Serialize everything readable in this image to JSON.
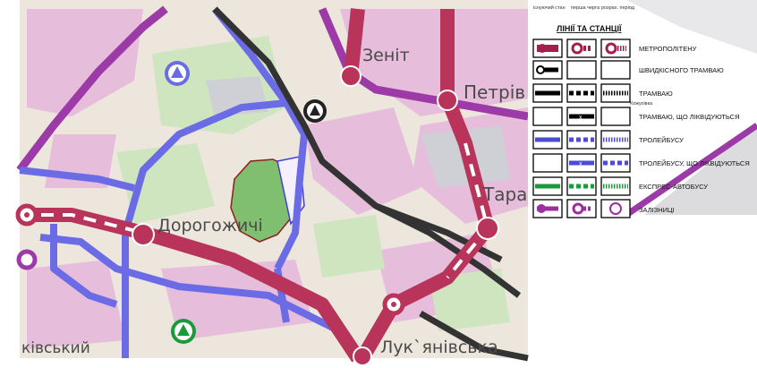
{
  "places": {
    "zenit": "Зеніт",
    "petrivka": "Петрів",
    "tara": "Тара",
    "dorohozhychi": "Дорогожичі",
    "lukianivska": "Лук`янівська",
    "kyivskyi": "ківський",
    "kozhukhivka": "Кожухівка"
  },
  "legend": {
    "title": "ЛІНІЇ ТА СТАНЦІЇ",
    "columns": [
      "існуючий стан",
      "перша черга",
      "розрах. період"
    ],
    "rows": [
      {
        "label": "МЕТРОПОЛІТЕНУ",
        "color": "#a3204a"
      },
      {
        "label": "ШВИДКІСНОГО ТРАМВАЮ",
        "color": "#000000"
      },
      {
        "label": "ТРАМВАЮ",
        "color": "#000000"
      },
      {
        "label": "ТРАМВАЮ, ЩО ЛІКВІДУЮТЬСЯ",
        "color": "#000000"
      },
      {
        "label": "ТРОЛЕЙБУСУ",
        "color": "#4b4bd6"
      },
      {
        "label": "ТРОЛЕЙБУСУ, ЩО ЛІКВІДУЮТЬСЯ",
        "color": "#4b4bd6"
      },
      {
        "label": "ЕКСПРЕС-АВТОБУСУ",
        "color": "#1a9a3a"
      },
      {
        "label": "ЗАЛІЗНИЦІ",
        "color": "#9c2fa0"
      }
    ]
  },
  "colors": {
    "metro": "#b8345a",
    "trolleybus": "#6a6ae6",
    "tram": "#333333",
    "railway": "#9c3aa8",
    "park": "#7fbf6f",
    "residential": "#e7b8d8",
    "land": "#efe8df"
  }
}
